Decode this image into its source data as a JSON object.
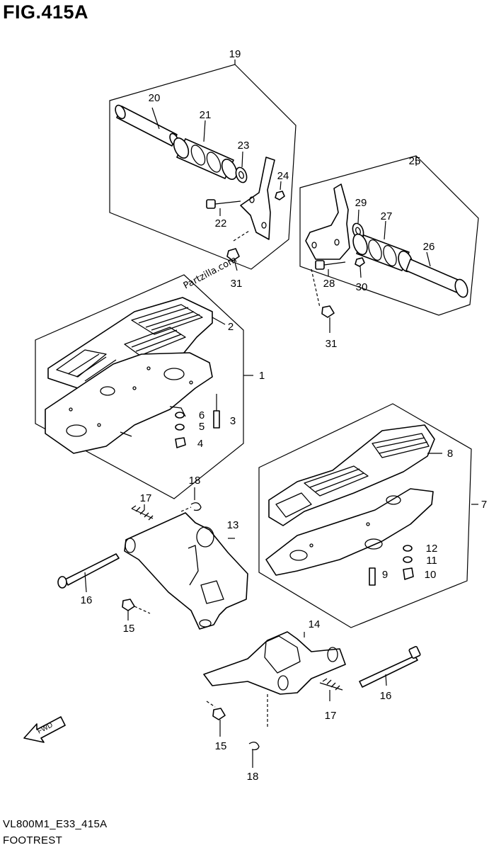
{
  "figure": {
    "title": "FIG.415A",
    "code": "VL800M1_E33_415A",
    "caption": "FOOTREST",
    "watermark": "Partzilla.com",
    "fwd_label": "FWD"
  },
  "callouts": [
    {
      "id": "c1",
      "label": "1"
    },
    {
      "id": "c2",
      "label": "2"
    },
    {
      "id": "c3",
      "label": "3"
    },
    {
      "id": "c4",
      "label": "4"
    },
    {
      "id": "c5",
      "label": "5"
    },
    {
      "id": "c6",
      "label": "6"
    },
    {
      "id": "c7",
      "label": "7"
    },
    {
      "id": "c8",
      "label": "8"
    },
    {
      "id": "c9",
      "label": "9"
    },
    {
      "id": "c10",
      "label": "10"
    },
    {
      "id": "c11",
      "label": "11"
    },
    {
      "id": "c12",
      "label": "12"
    },
    {
      "id": "c13",
      "label": "13"
    },
    {
      "id": "c14",
      "label": "14"
    },
    {
      "id": "c15a",
      "label": "15"
    },
    {
      "id": "c15b",
      "label": "15"
    },
    {
      "id": "c16a",
      "label": "16"
    },
    {
      "id": "c16b",
      "label": "16"
    },
    {
      "id": "c17a",
      "label": "17"
    },
    {
      "id": "c17b",
      "label": "17"
    },
    {
      "id": "c18a",
      "label": "18"
    },
    {
      "id": "c18b",
      "label": "18"
    },
    {
      "id": "c19",
      "label": "19"
    },
    {
      "id": "c20",
      "label": "20"
    },
    {
      "id": "c21",
      "label": "21"
    },
    {
      "id": "c22",
      "label": "22"
    },
    {
      "id": "c23",
      "label": "23"
    },
    {
      "id": "c24",
      "label": "24"
    },
    {
      "id": "c25",
      "label": "25"
    },
    {
      "id": "c26",
      "label": "26"
    },
    {
      "id": "c27",
      "label": "27"
    },
    {
      "id": "c28",
      "label": "28"
    },
    {
      "id": "c29",
      "label": "29"
    },
    {
      "id": "c30",
      "label": "30"
    },
    {
      "id": "c31a",
      "label": "31"
    },
    {
      "id": "c31b",
      "label": "31"
    }
  ]
}
